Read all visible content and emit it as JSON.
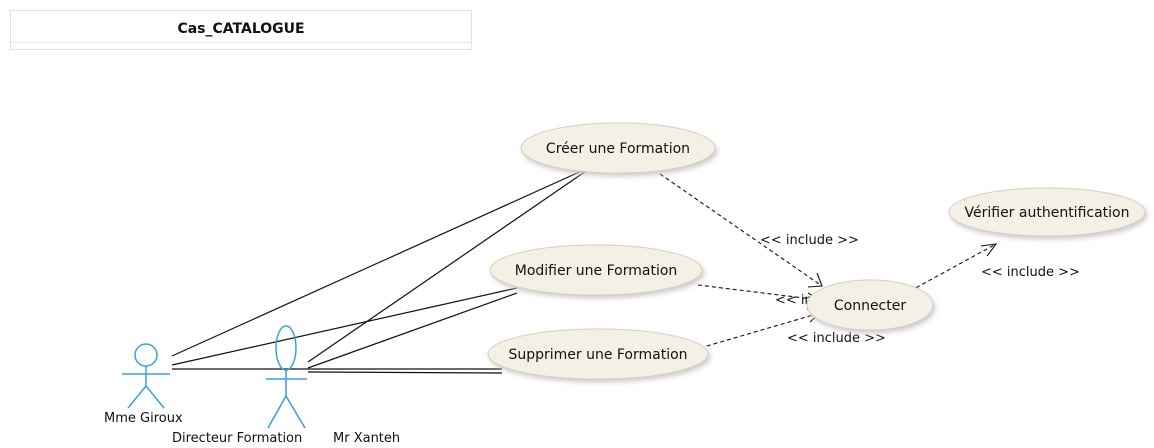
{
  "diagram": {
    "title": "Cas_CATALOGUE",
    "actors": {
      "mme_giroux": "Mme Giroux",
      "directeur_formation": "Directeur Formation",
      "mr_xanteh": "Mr Xanteh"
    },
    "use_cases": {
      "creer": "Créer une Formation",
      "modifier": "Modifier une Formation",
      "supprimer": "Supprimer une Formation",
      "connecter": "Connecter",
      "verifier": "Vérifier authentification"
    },
    "relations": {
      "include_creer_connecter": "<< include >>",
      "include_modifier_connecter": "<< include >>",
      "include_supprimer_connecter": "<< include >>",
      "include_connecter_verifier": "<< include >>"
    },
    "colors": {
      "actor": "#3aa0d8",
      "use_case_fill": "#f5f0e6",
      "use_case_border": "#d8cfbf",
      "line": "#111111"
    }
  }
}
